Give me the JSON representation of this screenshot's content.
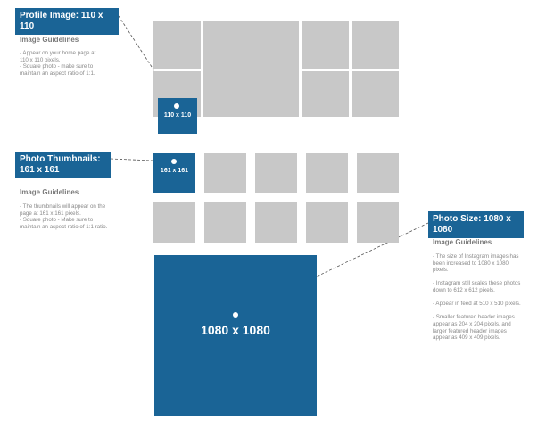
{
  "colors": {
    "accent": "#1a6496",
    "placeholder": "#c8c8c8",
    "text": "#8a8a8a"
  },
  "profile": {
    "tag": "Profile Image: 110 x 110",
    "heading": "Image Guidelines",
    "lines": [
      "- Appear on your home page at",
      "  110 x 110 pixels.",
      "- Square photo - make sure to",
      "  maintain an aspect ratio of 1:1."
    ],
    "box_label": "110 x 110"
  },
  "thumbnails": {
    "tag_line1": "Photo Thumbnails:",
    "tag_line2": "161 x 161",
    "heading": "Image Guidelines",
    "lines": [
      "- The thumbnails will appear on the",
      "  page at 161 x 161 pixels.",
      "- Square photo - Make sure to",
      "  maintain an aspect ratio of 1:1 ratio."
    ],
    "box_label": "161 x 161"
  },
  "photo": {
    "tag": "Photo Size: 1080 x 1080",
    "heading": "Image Guidelines",
    "lines": [
      "- The size of Instagram images has",
      "  been increased to 1080 x 1080",
      "  pixels.",
      "",
      "- Instagram still scales these photos",
      "  down to 612 x 612 pixels.",
      "",
      "- Appear in feed at 510 x 510 pixels.",
      "",
      "- Smaller featured header images",
      "  appear as 204 x 204 pixels, and",
      "  larger featured header images",
      "  appear as 409 x 409 pixels."
    ],
    "box_label": "1080 x 1080"
  }
}
